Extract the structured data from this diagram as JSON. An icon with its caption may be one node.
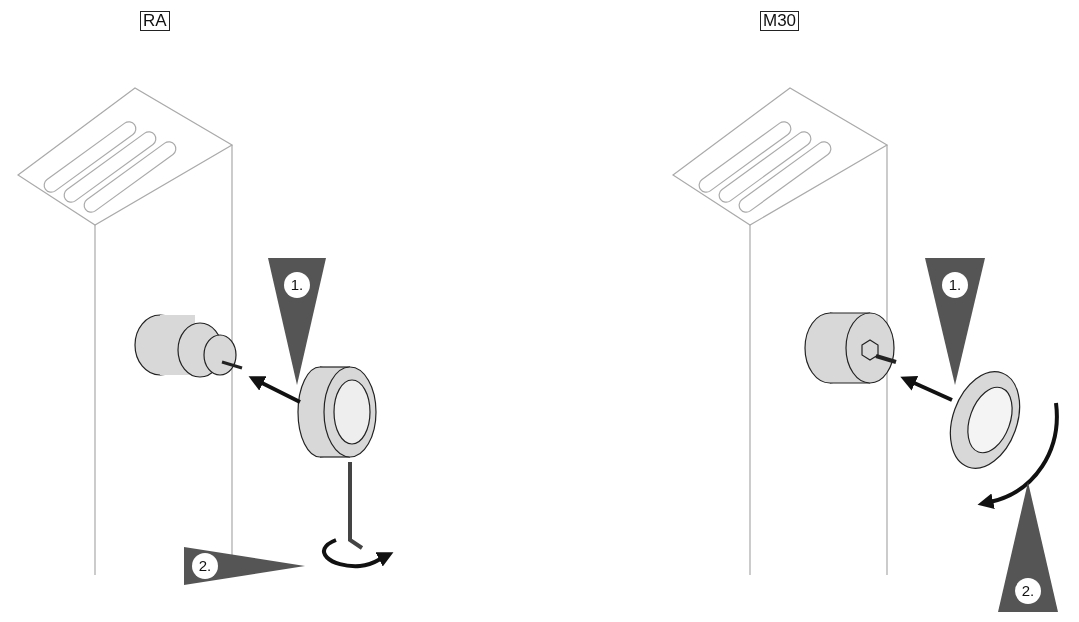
{
  "diagram": {
    "nodes": [
      {
        "text": [
          "RA"
        ]
      },
      {
        "text": [
          "M30"
        ]
      },
      {
        "text": [
          "1."
        ]
      },
      {
        "text": [
          "2."
        ]
      },
      {
        "text": [
          "1."
        ]
      },
      {
        "text": [
          "2."
        ]
      }
    ]
  }
}
